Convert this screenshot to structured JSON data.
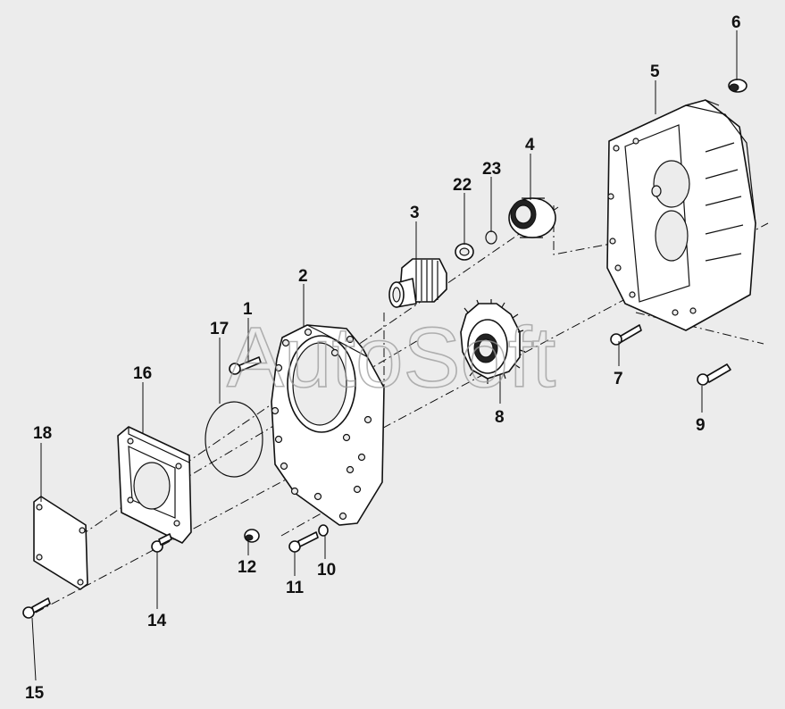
{
  "watermark": "AutoSoft",
  "callouts": {
    "c1": "1",
    "c2": "2",
    "c3": "3",
    "c4": "4",
    "c5": "5",
    "c6": "6",
    "c7": "7",
    "c8": "8",
    "c9": "9",
    "c10": "10",
    "c11": "11",
    "c12": "12",
    "c14": "14",
    "c15": "15",
    "c16": "16",
    "c17": "17",
    "c18": "18",
    "c22": "22",
    "c23": "23"
  }
}
